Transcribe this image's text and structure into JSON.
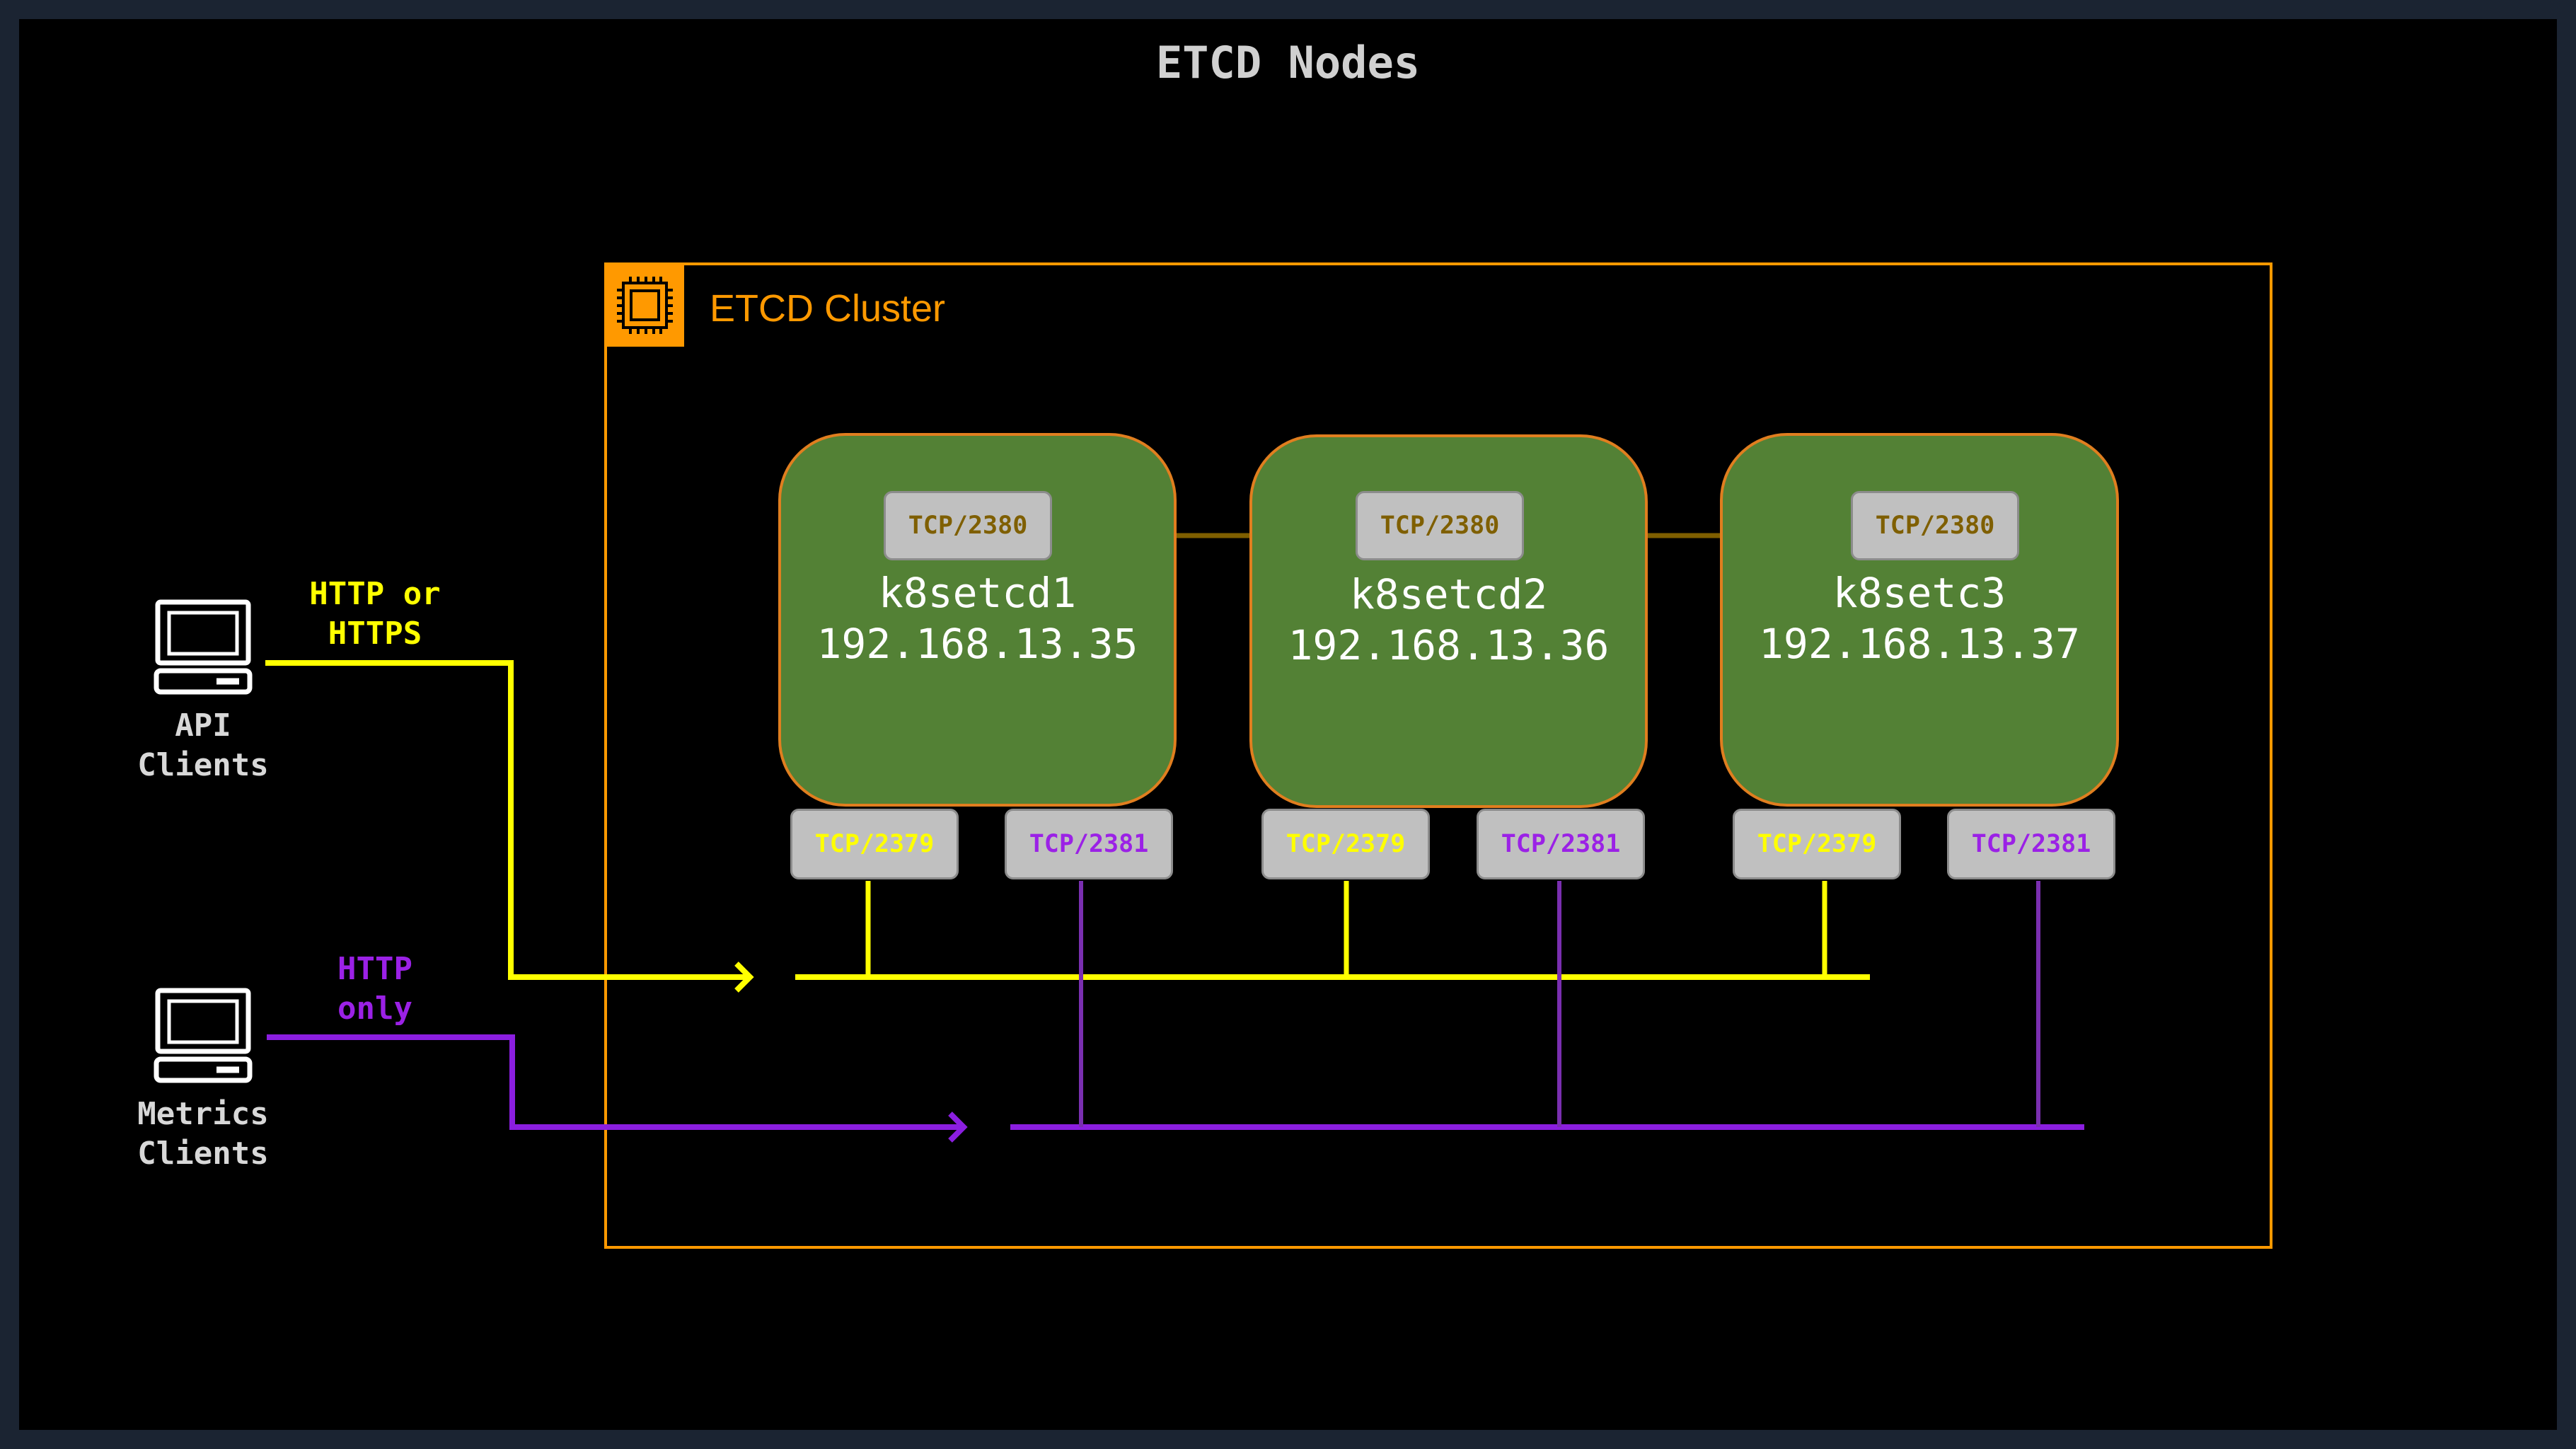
{
  "title": "ETCD Nodes",
  "colors": {
    "background": "#000000",
    "frame": "#1b2432",
    "cluster_border": "#ff9900",
    "node_fill": "#538135",
    "node_border": "#e07e1f",
    "port_fill": "#c0c0c0",
    "client_line": "#ffff00",
    "metrics_line": "#8b1ee0",
    "peer_line": "#7f5f00"
  },
  "cluster": {
    "label": "ETCD Cluster",
    "icon": "chip-icon"
  },
  "clients": [
    {
      "label": "API\nClients",
      "icon": "laptop-icon",
      "protocol": "HTTP or\nHTTPS"
    },
    {
      "label": "Metrics\nClients",
      "icon": "laptop-icon",
      "protocol": "HTTP\nonly"
    }
  ],
  "nodes": [
    {
      "name": "k8setcd1",
      "ip": "192.168.13.35",
      "peer_port": "TCP/2380",
      "client_port": "TCP/2379",
      "metrics_port": "TCP/2381"
    },
    {
      "name": "k8setcd2",
      "ip": "192.168.13.36",
      "peer_port": "TCP/2380",
      "client_port": "TCP/2379",
      "metrics_port": "TCP/2381"
    },
    {
      "name": "k8setc3",
      "ip": "192.168.13.37",
      "peer_port": "TCP/2380",
      "client_port": "TCP/2379",
      "metrics_port": "TCP/2381"
    }
  ]
}
